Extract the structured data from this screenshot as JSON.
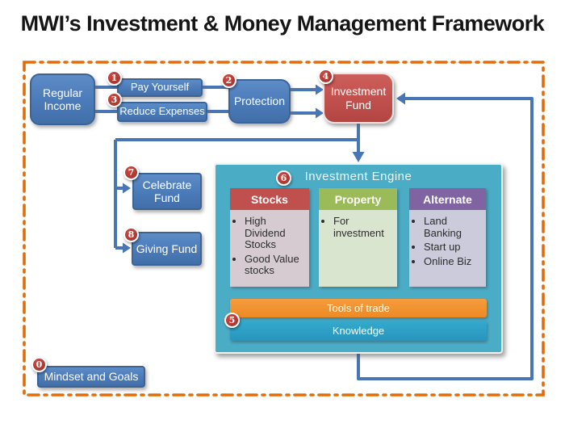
{
  "title": "MWI’s Investment & Money Management Framework",
  "boxes": {
    "regular_income": "Regular Income",
    "pay_yourself": "Pay Yourself",
    "reduce_expenses": "Reduce Expenses",
    "protection": "Protection",
    "investment_fund": "Investment Fund",
    "celebrate_fund": "Celebrate Fund",
    "giving_fund": "Giving Fund",
    "mindset": "Mindset and Goals"
  },
  "badges": {
    "pay_yourself": "1",
    "protection": "2",
    "reduce_expenses": "3",
    "investment_fund": "4",
    "knowledge": "5",
    "investment_engine": "6",
    "celebrate_fund": "7",
    "giving_fund": "8",
    "mindset": "0"
  },
  "engine": {
    "title": "Investment Engine",
    "columns": [
      {
        "header": "Stocks",
        "items": [
          "High Dividend Stocks",
          "Good Value stocks"
        ]
      },
      {
        "header": "Property",
        "items": [
          "For investment"
        ]
      },
      {
        "header": "Alternate",
        "items": [
          "Land Banking",
          "Start up",
          "Online Biz"
        ]
      }
    ],
    "bars": [
      {
        "label": "Tools of trade"
      },
      {
        "label": "Knowledge"
      }
    ]
  },
  "palette": {
    "box_blue": "#4F81BD",
    "box_blue_border": "#3B6394",
    "fund_red": "#C0504D",
    "engine_teal": "#4BACC6",
    "stocks_header": "#C0504D",
    "stocks_body": "#D6CBD1",
    "property_header": "#9BBB59",
    "property_body": "#D9E5CE",
    "alternate_header": "#8064A2",
    "alternate_body": "#CBCBDB",
    "tools_orange": "#F0902E",
    "knowledge_blue": "#2B9FC4",
    "connector_blue": "#4876B4",
    "dashed_border_orange": "#E36C0A",
    "badge_red": "#A93430"
  }
}
